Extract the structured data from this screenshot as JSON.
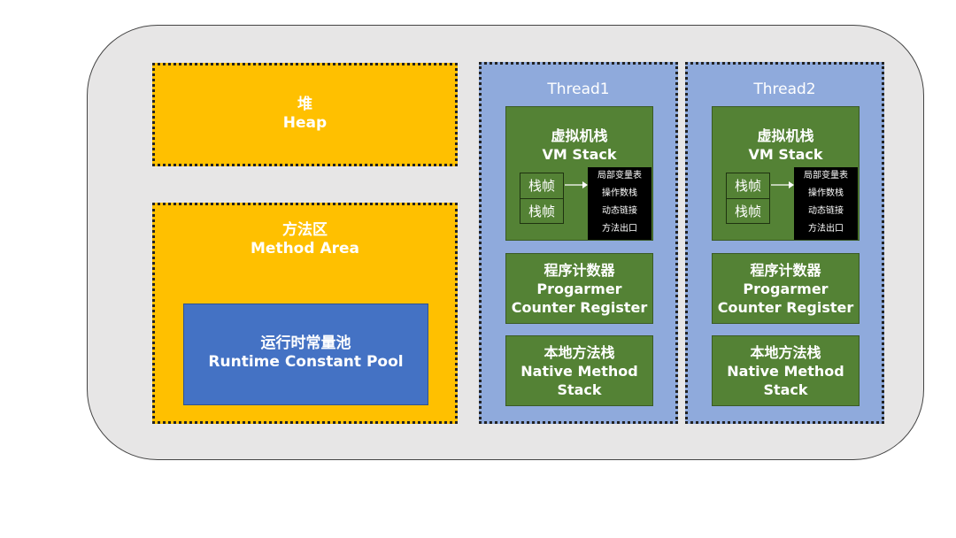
{
  "heap": {
    "zh": "堆",
    "en": "Heap"
  },
  "method_area": {
    "zh": "方法区",
    "en": "Method Area",
    "runtime_pool": {
      "zh": "运行时常量池",
      "en": "Runtime Constant Pool"
    }
  },
  "threads": [
    {
      "title": "Thread1",
      "vm_stack": {
        "zh": "虚拟机栈",
        "en": "VM Stack",
        "frames": [
          "栈帧",
          "栈帧"
        ],
        "frame_contents": [
          "局部变量表",
          "操作数栈",
          "动态链接",
          "方法出口"
        ]
      },
      "pc": {
        "zh": "程序计数器",
        "en1": "Progarmer",
        "en2": "Counter Register"
      },
      "native": {
        "zh": "本地方法栈",
        "en1": "Native Method",
        "en2": "Stack"
      }
    },
    {
      "title": "Thread2",
      "vm_stack": {
        "zh": "虚拟机栈",
        "en": "VM Stack",
        "frames": [
          "栈帧",
          "栈帧"
        ],
        "frame_contents": [
          "局部变量表",
          "操作数栈",
          "动态链接",
          "方法出口"
        ]
      },
      "pc": {
        "zh": "程序计数器",
        "en1": "Progarmer",
        "en2": "Counter Register"
      },
      "native": {
        "zh": "本地方法栈",
        "en1": "Native Method",
        "en2": "Stack"
      }
    }
  ],
  "colors": {
    "heap": "#ffc000",
    "thread": "#8faadc",
    "stack": "#548235",
    "pool": "#4472c4",
    "background": "#e7e6e6"
  }
}
